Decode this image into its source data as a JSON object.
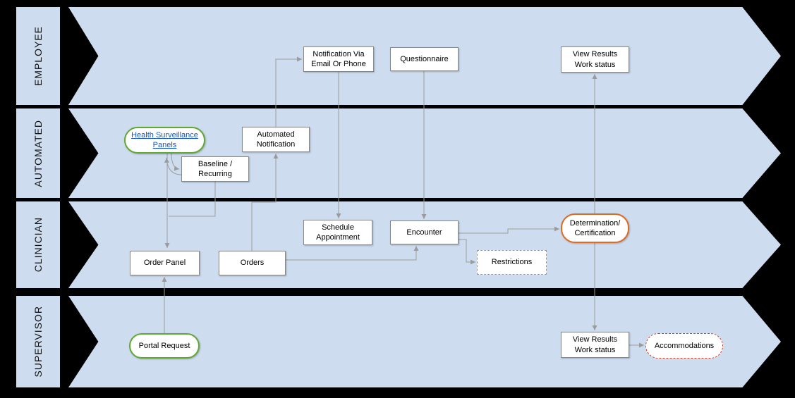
{
  "diagram": {
    "lanes": [
      {
        "label": "EMPLOYEE"
      },
      {
        "label": "AUTOMATED"
      },
      {
        "label": "CLINICIAN"
      },
      {
        "label": "SUPERVISOR"
      }
    ],
    "nodes": {
      "notification_via": {
        "label": "Notification Via Email Or Phone"
      },
      "questionnaire": {
        "label": "Questionnaire"
      },
      "view_results_employee": {
        "label": "View Results Work status"
      },
      "health_surveillance": {
        "label": "Health Surveillance Panels"
      },
      "baseline_recurring": {
        "label": "Baseline / Recurring"
      },
      "automated_notification": {
        "label": "Automated Notification"
      },
      "schedule_appointment": {
        "label": "Schedule Appointment"
      },
      "encounter": {
        "label": "Encounter"
      },
      "determination": {
        "label": "Determination/ Certification"
      },
      "restrictions": {
        "label": "Restrictions"
      },
      "order_panel": {
        "label": "Order Panel"
      },
      "orders": {
        "label": "Orders"
      },
      "portal_request": {
        "label": "Portal Request"
      },
      "view_results_supervisor": {
        "label": "View Results Work status"
      },
      "accommodations": {
        "label": "Accommodations"
      }
    },
    "colors": {
      "background": "#000000",
      "lane_fill": "#cddcee",
      "node_fill": "#ffffff",
      "node_border": "#888888",
      "green_accent": "#5fa832",
      "orange_accent": "#e06a1f",
      "red_accent": "#cc4125",
      "link_blue": "#1155cc",
      "connector": "#9b9b9b"
    }
  }
}
